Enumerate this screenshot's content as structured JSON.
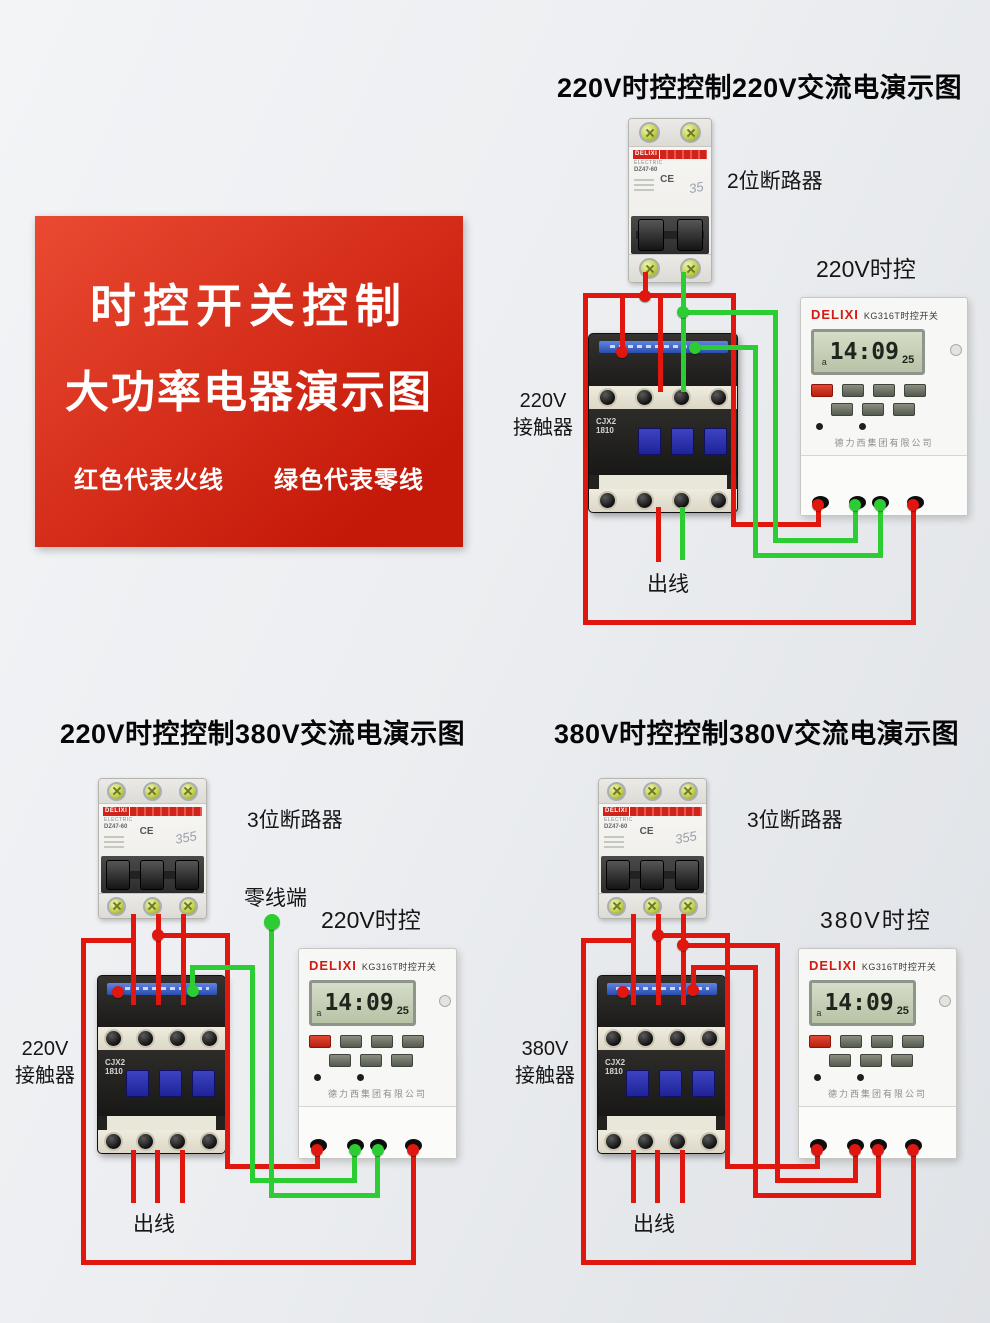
{
  "page": {
    "bg_top": "#f3f4f6",
    "bg_bottom": "#dfe2e6"
  },
  "banner": {
    "line1": "时控开关控制",
    "line2": "大功率电器演示图",
    "legend_live": "红色代表火线",
    "legend_neutral": "绿色代表零线",
    "bg_from": "#ea4a32",
    "bg_to": "#c41808"
  },
  "colors": {
    "live": "#e0170f",
    "neutral": "#2ccd32"
  },
  "device": {
    "brand": "DELIXI",
    "brand_sub": "ELECTRIC",
    "breaker_model": "DZ47-60",
    "breaker_mark_2p": "35",
    "breaker_mark_3p": "355",
    "ce_mark": "CE",
    "contactor_model_line1": "CJX2",
    "contactor_model_line2": "1810",
    "timer_model": "KG316T时控开关",
    "timer_week": "a",
    "timer_time": "14:09",
    "timer_seconds": "25",
    "timer_company": "德力西集团有限公司"
  },
  "diagrams": [
    {
      "title": "220V时控控制220V交流电演示图",
      "breaker_label": "2位断路器",
      "timer_label": "220V时控",
      "contactor_label_line1": "220V",
      "contactor_label_line2": "接触器",
      "outgoing_label": "出线"
    },
    {
      "title": "220V时控控制380V交流电演示图",
      "breaker_label": "3位断路器",
      "neutral_label": "零线端",
      "timer_label": "220V时控",
      "contactor_label_line1": "220V",
      "contactor_label_line2": "接触器",
      "outgoing_label": "出线"
    },
    {
      "title": "380V时控控制380V交流电演示图",
      "breaker_label": "3位断路器",
      "timer_label": "380V时控",
      "contactor_label_line1": "380V",
      "contactor_label_line2": "接触器",
      "outgoing_label": "出线"
    }
  ]
}
